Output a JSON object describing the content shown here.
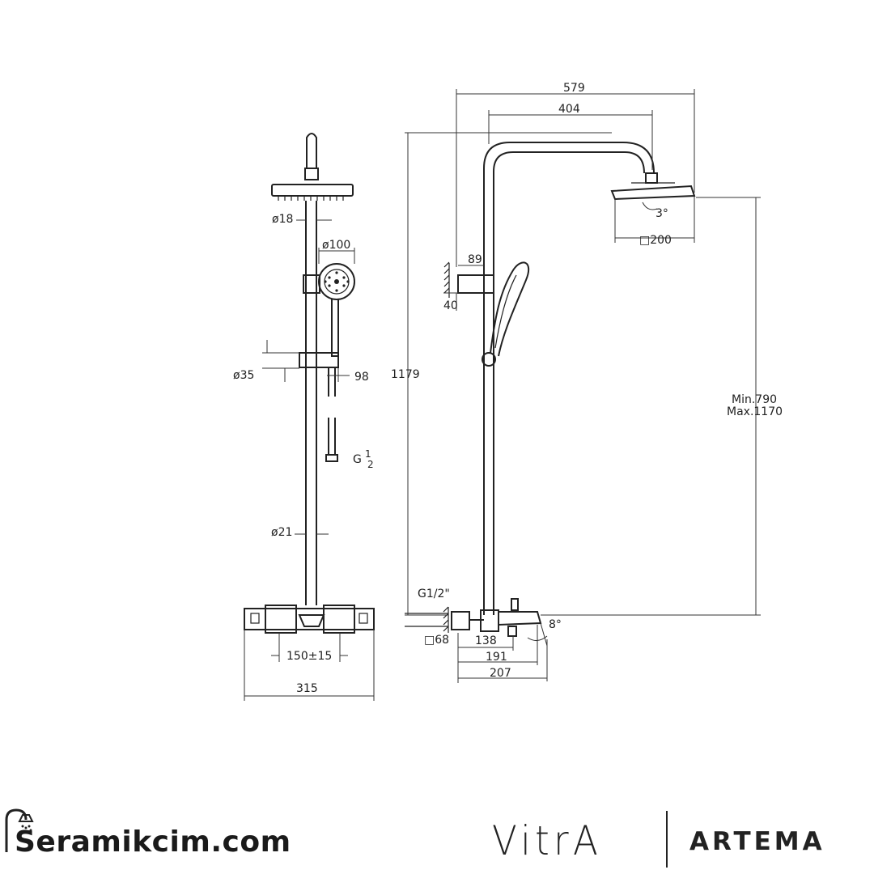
{
  "front_view": {
    "dim_pipe_diameter": "ø18",
    "dim_handshower_diameter": "ø100",
    "dim_holder_diameter": "ø35",
    "dim_holder_offset": "98",
    "dim_thread": "G",
    "dim_thread_fraction_num": "1",
    "dim_thread_fraction_den": "2",
    "dim_riser_diameter": "ø21",
    "dim_inlet_spacing": "150±15",
    "dim_total_width": "315"
  },
  "side_view": {
    "dim_overall_reach": "579",
    "dim_arm_reach": "404",
    "dim_total_height": "1179",
    "dim_head_tilt": "3°",
    "dim_head_size": "□200",
    "dim_bracket_depth": "89",
    "dim_bracket_height": "40",
    "dim_height_range_min": "Min.790",
    "dim_height_range_max": "Max.1170",
    "dim_inlet_thread": "G1/2\"",
    "dim_rosette": "□68",
    "dim_valve_depth": "138",
    "dim_spout_depth_1": "191",
    "dim_spout_depth_2": "207",
    "dim_spout_angle": "8°"
  },
  "footer": {
    "site_name": "Seramikcim.com",
    "brand": "VitrA",
    "collection": "ARTEMA"
  }
}
